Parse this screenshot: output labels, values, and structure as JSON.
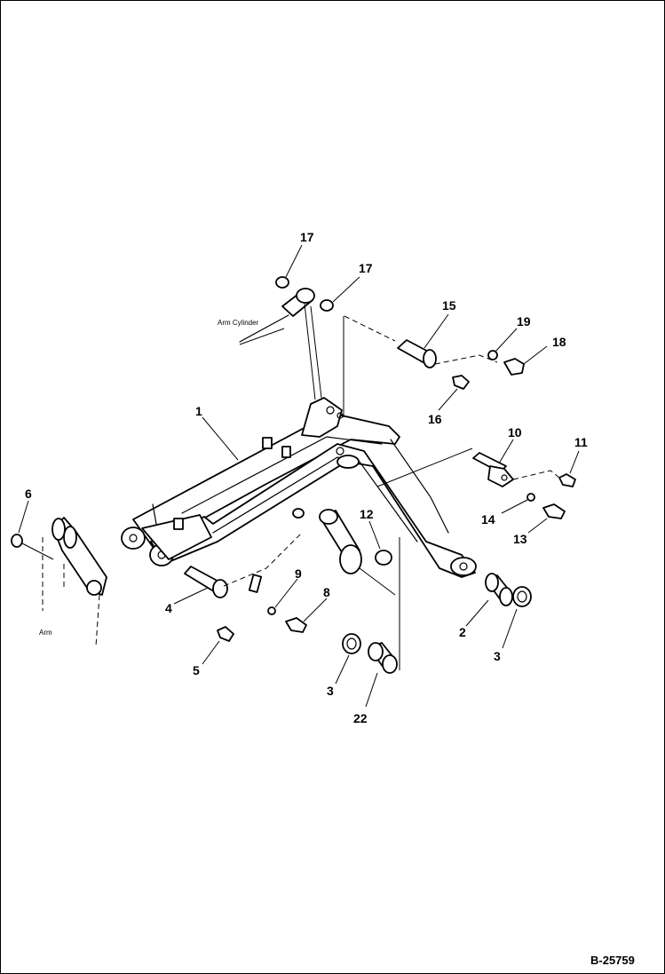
{
  "drawing_number": "B-25759",
  "labels": {
    "arm_cylinder": "Arm Cylinder",
    "arm": "Arm"
  },
  "callouts": [
    "17",
    "17",
    "15",
    "19",
    "18",
    "16",
    "1",
    "10",
    "11",
    "6",
    "12",
    "14",
    "13",
    "9",
    "8",
    "4",
    "5",
    "2",
    "3",
    "3",
    "22"
  ]
}
